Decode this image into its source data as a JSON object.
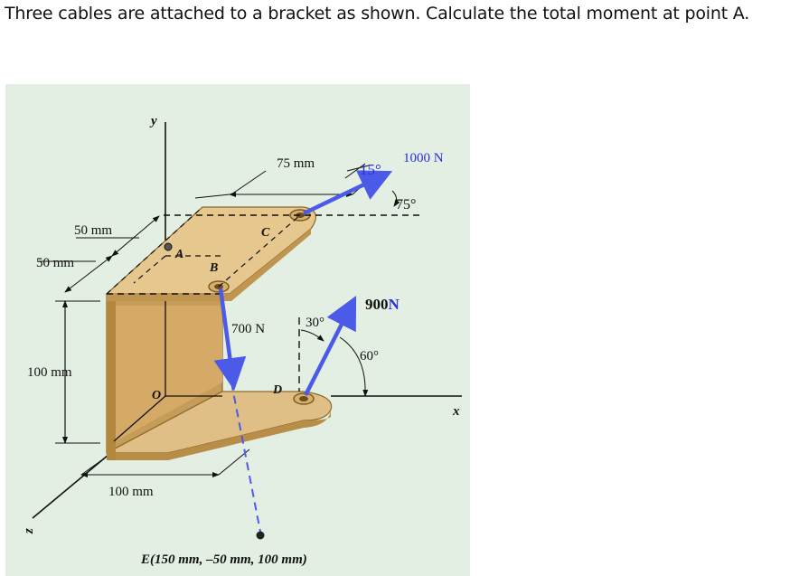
{
  "question": "Three cables are attached to a bracket as shown. Calculate the total moment at point A.",
  "figure": {
    "axes": {
      "y": "y",
      "x": "x",
      "z": "z"
    },
    "points": {
      "A": "A",
      "B": "B",
      "C": "C",
      "D": "D",
      "O": "O"
    },
    "dimensions": {
      "top_75": "75 mm",
      "top_50": "50 mm",
      "left_50": "50 mm",
      "left_100": "100 mm",
      "bottom_100": "100 mm"
    },
    "forces": {
      "f1000": "1000 N",
      "f900_value": "900",
      "f900_unit": "N",
      "f700": "700 N"
    },
    "angles": {
      "a15": "15°",
      "a75": "75°",
      "a30": "30°",
      "a60": "60°"
    },
    "point_E": "E(150 mm, –50 mm, 100 mm)"
  }
}
